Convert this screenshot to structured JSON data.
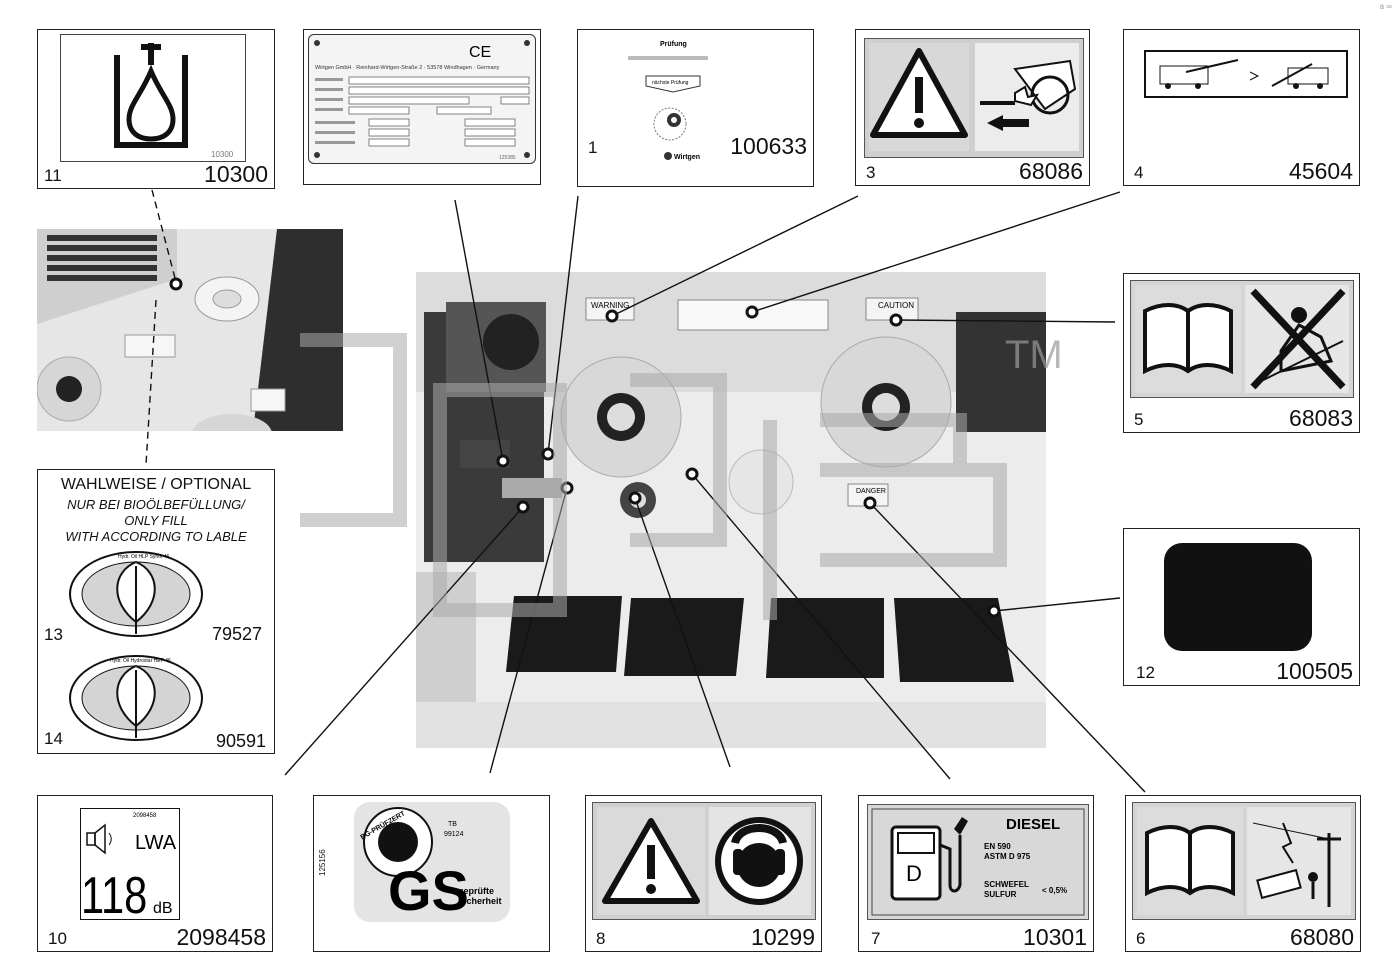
{
  "corner_mark": "a ∞",
  "labels": [
    {
      "num": "11",
      "part": "10300",
      "small": "10300"
    },
    {
      "num": "",
      "part": "",
      "plate_company": "Wirtgen GmbH · Reinhard-Wirtgen-Straße 2 · 53578 Windhagen · Germany",
      "plate_mark": "CE",
      "plate_ref": "125385"
    },
    {
      "num": "1",
      "part": "100633",
      "title": "Prüfung",
      "button": "nächste Prüfung",
      "brand": "Wirtgen"
    },
    {
      "num": "3",
      "part": "68086"
    },
    {
      "num": "4",
      "part": "45604"
    },
    {
      "num": "5",
      "part": "68083"
    },
    {
      "num": "12",
      "part": "100505"
    },
    {
      "num": "6",
      "part": "68080"
    },
    {
      "num": "7",
      "part": "10301",
      "diesel": "DIESEL",
      "spec1": "EN 590",
      "spec2": "ASTM D 975",
      "sulfur1": "SCHWEFEL",
      "sulfur2": "SULFUR",
      "sulfur_val": "< 0,5%",
      "pump_letter": "D"
    },
    {
      "num": "8",
      "part": "10299"
    },
    {
      "num": "",
      "part": "",
      "gs_ring": "BG-PRÜFZERT",
      "gs_tb": "TB",
      "gs_code": "99124",
      "gs_text1": "geprüfte",
      "gs_text2": "Sicherheit",
      "gs_letters": "GS",
      "gs_side": "125156"
    },
    {
      "num": "10",
      "part": "2098458",
      "top_code": "2098458",
      "lwa": "LWA",
      "db_value": "118",
      "db_unit": "dB"
    }
  ],
  "optional": {
    "title": "WAHLWEISE / OPTIONAL",
    "line1": "NUR BEI BIOÖLBEFÜLLUNG/",
    "line2": "ONLY FILL",
    "line3": "WITH ACCORDING TO LABLE",
    "item13": {
      "num": "13",
      "part": "79527",
      "text": "Hydr. Oil HLP Synth 46"
    },
    "item14": {
      "num": "14",
      "part": "90591",
      "text": "Hydr. Oil Hydrostar HEP 46"
    }
  },
  "photo_signs": {
    "warning": "WARNING",
    "caution": "CAUTION",
    "danger": "DANGER"
  },
  "watermark_tm": "TM"
}
